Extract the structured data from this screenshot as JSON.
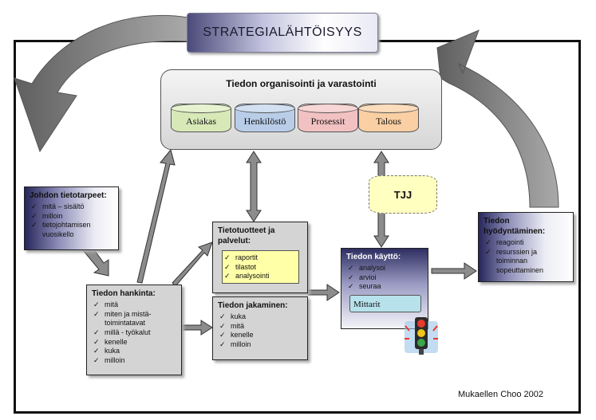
{
  "title": "STRATEGIALÄHTÖISYYS",
  "organisointi": {
    "title": "Tiedon organisointi ja varastointi",
    "databases": [
      "Asiakas",
      "Henkilöstö",
      "Prosessit",
      "Talous"
    ]
  },
  "tjj": "TJJ",
  "johdon": {
    "heading": "Johdon tietotarpeet:",
    "items": [
      "mitä – sisältö",
      "milloin",
      "tietojohtamisen vuosikello"
    ]
  },
  "hankinta": {
    "heading": "Tiedon hankinta:",
    "items": [
      "mitä",
      "miten ja mistä-toimintatavat",
      "millä - työkalut",
      "kenelle",
      "kuka",
      "milloin"
    ]
  },
  "tuotteet": {
    "heading": "Tietotuotteet ja palvelut:",
    "items": [
      "raportit",
      "tilastot",
      "analysointi"
    ]
  },
  "jakaminen": {
    "heading": "Tiedon jakaminen:",
    "items": [
      "kuka",
      "mitä",
      "kenelle",
      "milloin"
    ]
  },
  "kaytto": {
    "heading": "Tiedon käyttö:",
    "items": [
      "analysoi",
      "arvioi",
      "seuraa"
    ],
    "mittarit": "Mittarit"
  },
  "hyodyntaminen": {
    "heading": "Tiedon hyödyntäminen:",
    "items": [
      "reagointi",
      "resurssien ja toiminnan sopeuttaminen"
    ]
  },
  "credit": "Mukaellen Choo 2002",
  "colors": {
    "frame": "#111111",
    "arrow_fill": "#8c8c8c",
    "navy": "#2e2e62",
    "memo_yellow": "#ffffa8",
    "tjj_yellow": "#ffffc0"
  },
  "icons": [
    "traffic-light-icon"
  ]
}
